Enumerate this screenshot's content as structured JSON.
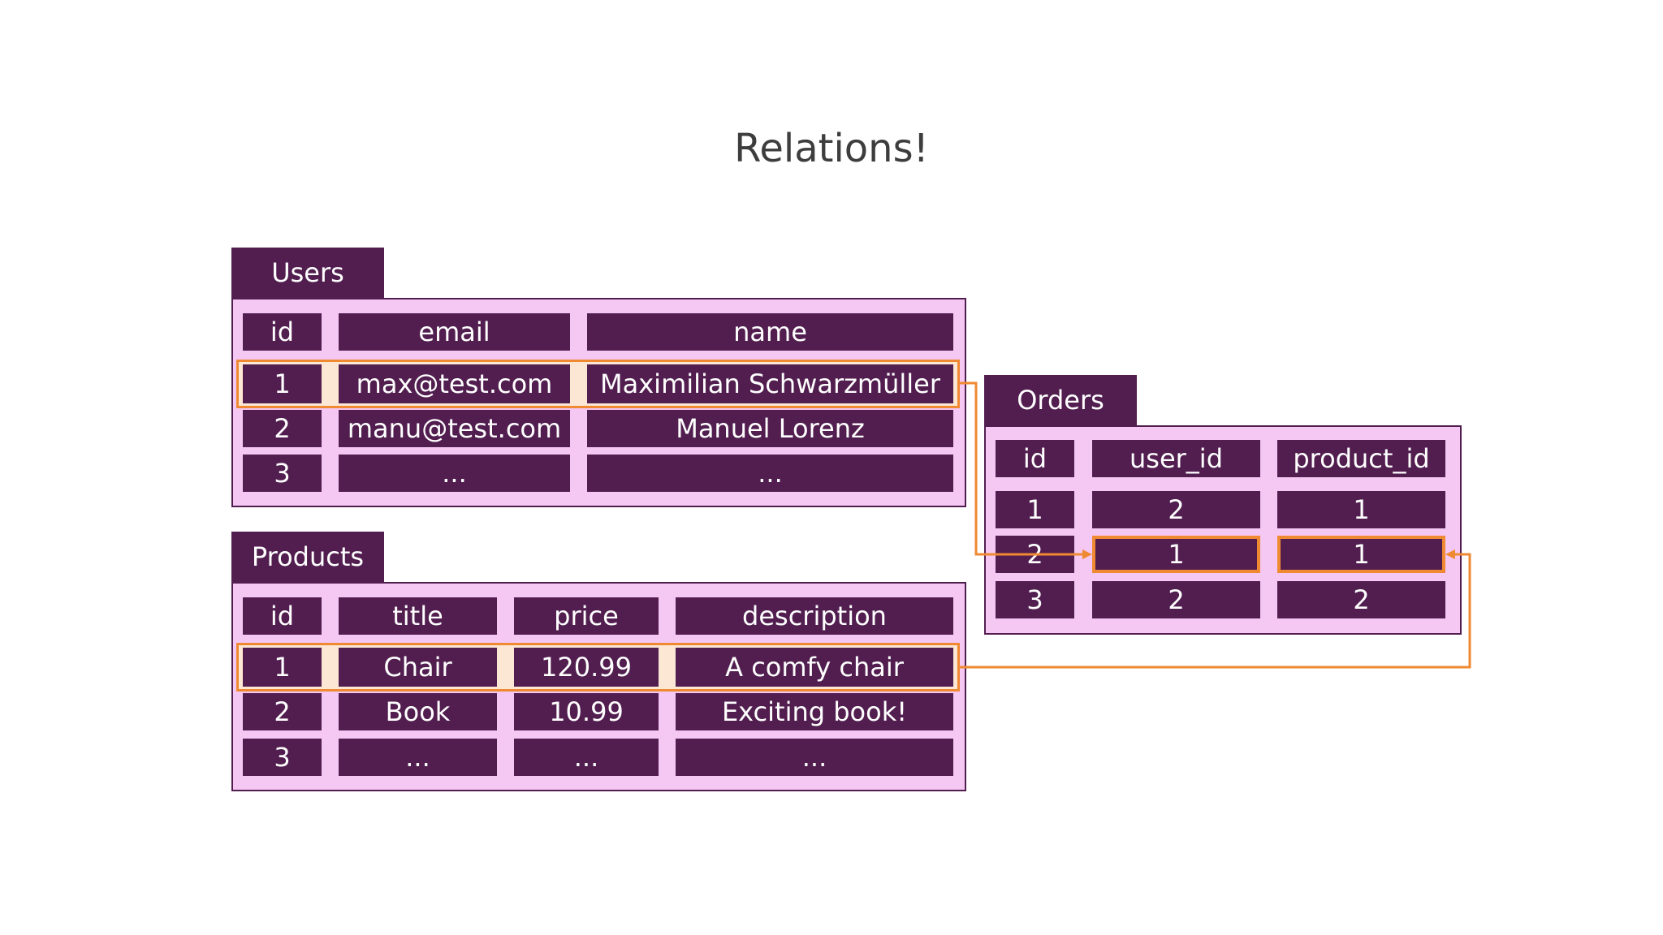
{
  "title": "Relations!",
  "colors": {
    "cell_bg": "#521e50",
    "panel_bg": "#f4c8f3",
    "highlight": "#ef8a33",
    "highlight_fill": "#fbe7d4",
    "title_text": "#3d3d3d"
  },
  "users": {
    "name": "Users",
    "columns": [
      "id",
      "email",
      "name"
    ],
    "rows": [
      [
        "1",
        "max@test.com",
        "Maximilian Schwarzmüller"
      ],
      [
        "2",
        "manu@test.com",
        "Manuel Lorenz"
      ],
      [
        "3",
        "...",
        "..."
      ]
    ]
  },
  "products": {
    "name": "Products",
    "columns": [
      "id",
      "title",
      "price",
      "description"
    ],
    "rows": [
      [
        "1",
        "Chair",
        "120.99",
        "A comfy chair"
      ],
      [
        "2",
        "Book",
        "10.99",
        "Exciting book!"
      ],
      [
        "3",
        "...",
        "...",
        "..."
      ]
    ]
  },
  "orders": {
    "name": "Orders",
    "columns": [
      "id",
      "user_id",
      "product_id"
    ],
    "rows": [
      [
        "1",
        "2",
        "1"
      ],
      [
        "2",
        "1",
        "1"
      ],
      [
        "3",
        "2",
        "2"
      ]
    ]
  }
}
